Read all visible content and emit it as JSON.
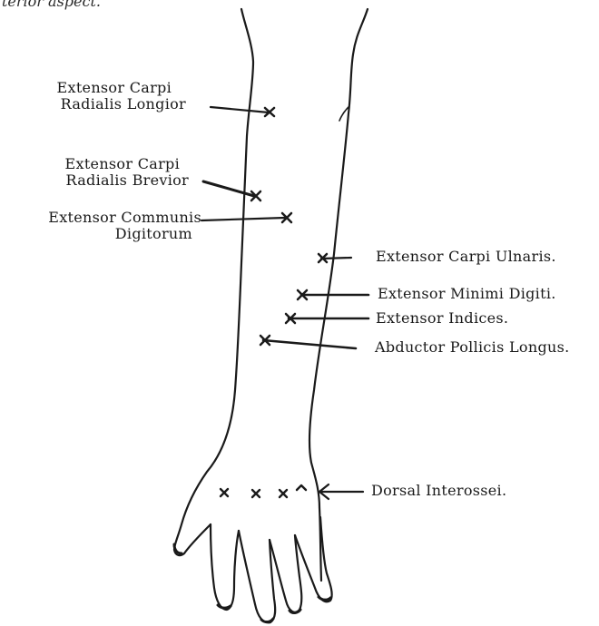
{
  "caption": "terior aspect.",
  "labels": {
    "ecrl_line1": "Extensor Carpi",
    "ecrl_line2": "Radialis Longior",
    "ecrb_line1": "Extensor Carpi",
    "ecrb_line2": "Radialis Brevior",
    "ecd_line1": "Extensor Communis",
    "ecd_line2": "Digitorum",
    "ecu": "Extensor Carpi Ulnaris.",
    "emd": "Extensor Minimi Digiti.",
    "ei": "Extensor Indices.",
    "apl": "Abductor Pollicis Longus.",
    "di": "Dorsal Interossei."
  }
}
